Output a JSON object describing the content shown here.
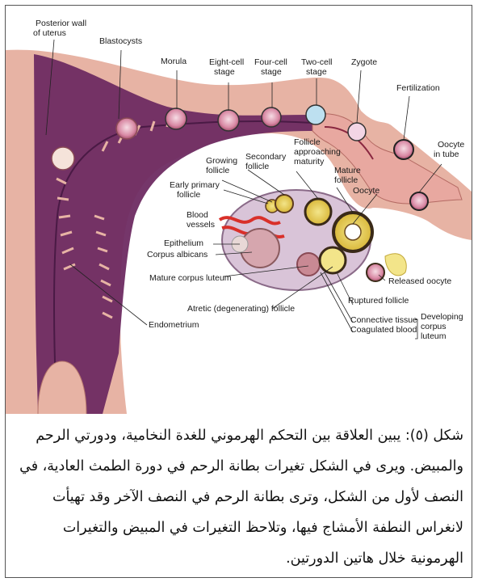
{
  "labels": {
    "posterior_wall": [
      "Posterior wall",
      "of uterus"
    ],
    "blastocysts": "Blastocysts",
    "morula": "Morula",
    "eight_cell": [
      "Eight-cell",
      "stage"
    ],
    "four_cell": [
      "Four-cell",
      "stage"
    ],
    "two_cell": [
      "Two-cell",
      "stage"
    ],
    "zygote": "Zygote",
    "fertilization": "Fertilization",
    "oocyte_in_tube": [
      "Oocyte",
      "in tube"
    ],
    "growing_follicle": [
      "Growing",
      "follicle"
    ],
    "secondary_follicle": [
      "Secondary",
      "follicle"
    ],
    "follicle_approaching": [
      "Follicle",
      "approaching",
      "maturity"
    ],
    "mature_follicle": [
      "Mature",
      "follicle"
    ],
    "oocyte": "Oocyte",
    "early_primary": [
      "Early primary",
      "follicle"
    ],
    "blood_vessels": [
      "Blood",
      "vessels"
    ],
    "epithelium": "Epithelium",
    "corpus_albicans": "Corpus albicans",
    "mature_corpus_luteum": "Mature corpus luteum",
    "atretic": "Atretic (degenerating) follicle",
    "released_oocyte": "Released oocyte",
    "ruptured_follicle": "Ruptured follicle",
    "connective_tissue": "Connective tissue",
    "coagulated_blood": "Coagulated blood",
    "developing_corpus_luteum": [
      "Developing",
      "corpus",
      "luteum"
    ],
    "endometrium": "Endometrium"
  },
  "caption": [
    "شكل (٥): يبين العلاقة بين التحكم الهرموني للغدة النخامية، ودورتي الرحم",
    "والمبيض. ويرى في الشكل تغيرات بطانة الرحم في دورة الطمث العادية، في",
    "النصف لأول من الشكل، وترى بطانة الرحم في النصف الآخر وقد تهيأت",
    "لانغراس النطفة الأمشاج فيها، وتلاحظ التغيرات في المبيض والتغيرات",
    "الهرمونية خلال هاتين الدورتين."
  ],
  "colors": {
    "uterus_wall": "#e7b3a4",
    "endometrium": "#6e2b62",
    "tube_wall": "#e8a8a0",
    "ovary": "#d9c4d8",
    "blood": "#d9302a",
    "yolk": "#e6d04a"
  }
}
